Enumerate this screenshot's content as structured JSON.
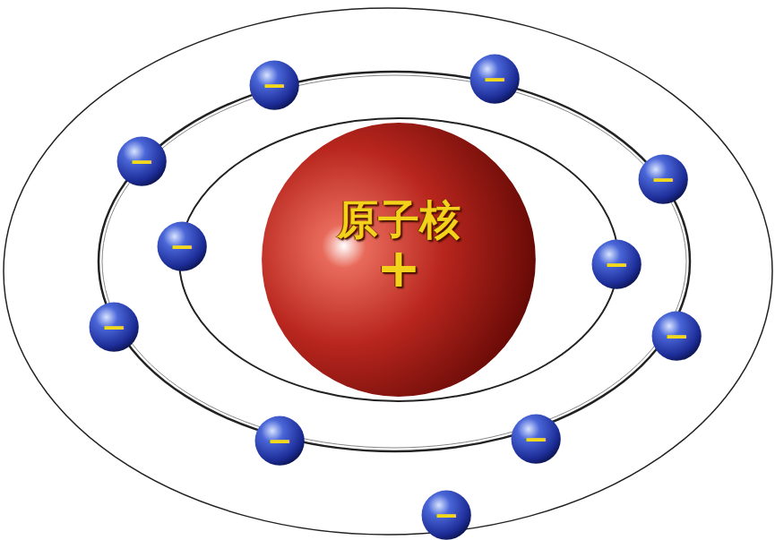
{
  "diagram": {
    "nodes": [
      {
        "text": [
          "原子核",
          "+"
        ]
      },
      {
        "text": [
          "−"
        ]
      },
      {
        "text": [
          "−"
        ]
      },
      {
        "text": [
          "−"
        ]
      },
      {
        "text": [
          "−"
        ]
      },
      {
        "text": [
          "−"
        ]
      },
      {
        "text": [
          "−"
        ]
      },
      {
        "text": [
          "−"
        ]
      },
      {
        "text": [
          "−"
        ]
      },
      {
        "text": [
          "−"
        ]
      },
      {
        "text": [
          "−"
        ]
      },
      {
        "text": [
          "−"
        ]
      }
    ]
  }
}
